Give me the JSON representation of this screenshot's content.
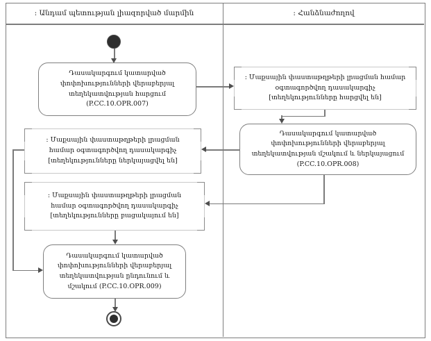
{
  "lanes": {
    "authorized_body": ": Անդամ պետության լիազորված մարմին",
    "commission": ": Հանձնաժողով"
  },
  "nodes": {
    "request_info": "Դասակարգում կատարված փոփոխությունների վերաբերյալ տեղեկատվության հարցում (P.CC.10.OPR.007)",
    "classifier_requested": ": Մաքսային փաստաթղթերի լրացման համար օգտագործվող դասակարգիչ [տեղեկությունները հարցվել են]",
    "process_and_present": "Դասակարգում կատարված փոփոխությունների վերաբերյալ տեղեկատվության մշակում և ներկայացում (P.CC.10.OPR.008)",
    "classifier_presented": ": Մաքսային փաստաթղթերի լրացման համար օգտագործվող դասակարգիչ [տեղեկությունները ներկայացվել են]",
    "classifier_missing": ": Մաքսային փաստաթղթերի լրացման համար օգտագործվող դասակարգիչ [տեղեկությունները բացակայում են]",
    "receive_and_process": "Դասակարգում կատարված փոփոխությունների վերաբերյալ տեղեկատվության ընդունում և մշակում (P.CC.10.OPR.009)"
  },
  "colors": {
    "frame_line": "#7d7d7d",
    "node_border": "#7f7f7f",
    "object_border": "#c9c9c9",
    "bracket": "#8a8a8a",
    "flow_line": "#7a7a7a",
    "start_fill": "#2e2e2e"
  }
}
